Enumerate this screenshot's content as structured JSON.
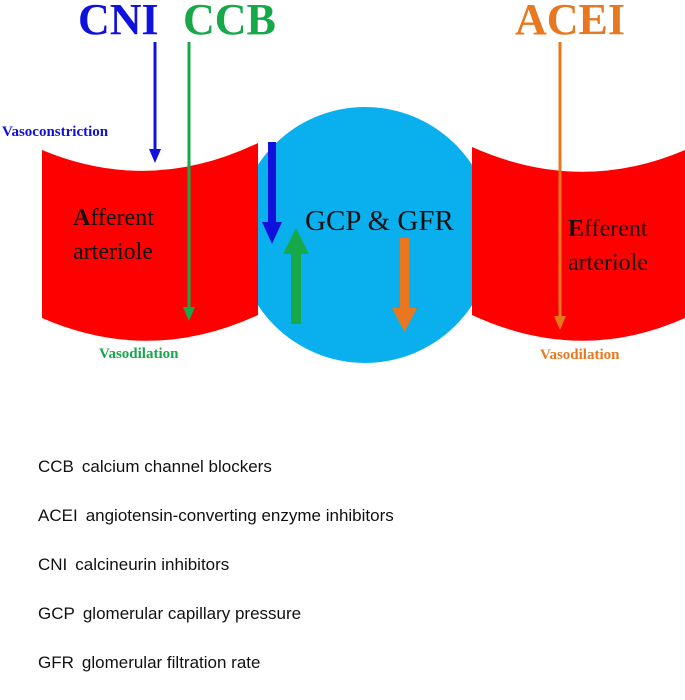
{
  "labels": {
    "cni": "CNI",
    "ccb": "CCB",
    "acei": "ACEI",
    "vasoconstriction": "Vasoconstriction",
    "vasodilation_left": "Vasodilation",
    "vasodilation_right": "Vasodilation",
    "center": "GCP & GFR",
    "afferent_initial": "A",
    "afferent_rest": "fferent",
    "afferent_line2": "arteriole",
    "efferent_initial": "E",
    "efferent_rest": "fferent",
    "efferent_line2": "arteriole"
  },
  "legend": [
    {
      "abbr": "CCB",
      "text": "calcium channel blockers"
    },
    {
      "abbr": "ACEI",
      "text": "angiotensin-converting enzyme inhibitors"
    },
    {
      "abbr": "CNI",
      "text": "calcineurin inhibitors"
    },
    {
      "abbr": "GCP",
      "text": "glomerular capillary pressure"
    },
    {
      "abbr": "GFR",
      "text": "glomerular filtration rate"
    }
  ],
  "colors": {
    "cni": "#1111dd",
    "ccb": "#17a84a",
    "acei": "#e8771f",
    "vessel": "#ff0000",
    "glomerulus": "#0ab0ee",
    "text": "#111111"
  }
}
